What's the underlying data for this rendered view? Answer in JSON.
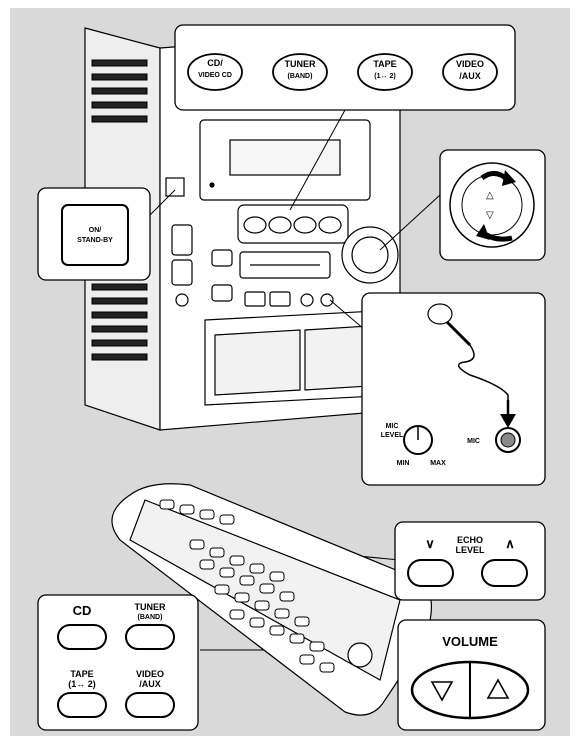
{
  "unit_callout": {
    "cd_line1": "CD/",
    "cd_line2": "VIDEO CD",
    "tuner_line1": "TUNER",
    "tuner_line2": "(BAND)",
    "tape_line1": "TAPE",
    "tape_line2": "(1↔ 2)",
    "video_line1": "VIDEO",
    "video_line2": "/AUX"
  },
  "power_callout": {
    "line1": "ON/",
    "line2": "STAND-BY"
  },
  "mic_callout": {
    "mic_level_line1": "MIC",
    "mic_level_line2": "LEVEL",
    "min": "MIN",
    "max": "MAX",
    "jack_label": "MIC"
  },
  "echo_callout": {
    "line1": "ECHO",
    "line2": "LEVEL",
    "down_symbol": "∨",
    "up_symbol": "∧"
  },
  "remote_source_callout": {
    "cd": "CD",
    "tuner_line1": "TUNER",
    "tuner_line2": "(BAND)",
    "tape_line1": "TAPE",
    "tape_line2": "(1↔ 2)",
    "video_line1": "VIDEO",
    "video_line2": "/AUX"
  },
  "volume_callout": {
    "title": "VOLUME"
  },
  "colors": {
    "background": "#d9d9d9",
    "panel": "#ffffff",
    "stroke": "#000000"
  }
}
